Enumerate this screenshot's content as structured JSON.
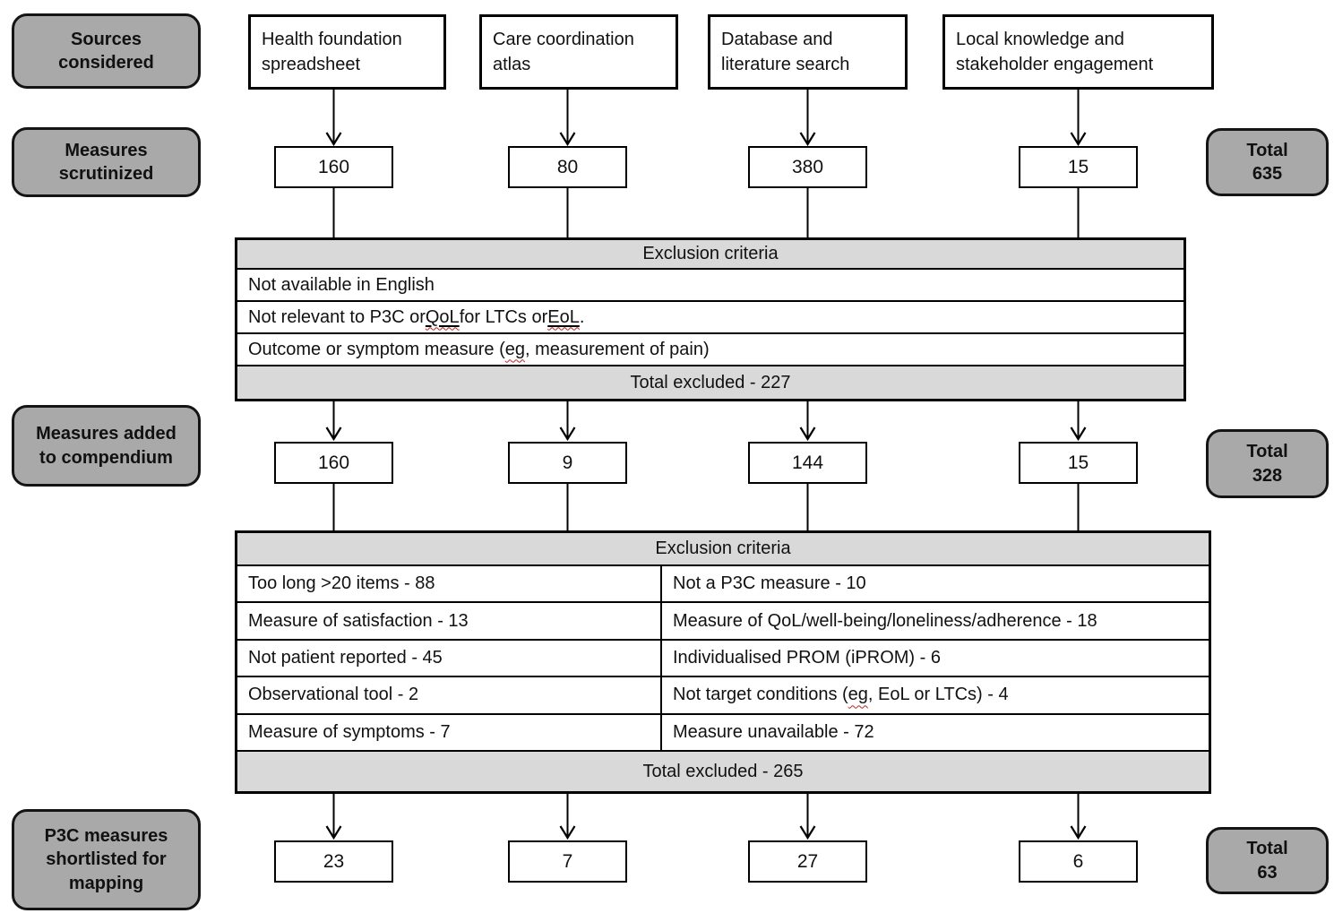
{
  "side_labels": [
    {
      "label": "Sources\nconsidered"
    },
    {
      "label": "Measures\nscrutinized"
    },
    {
      "label": "Measures added\nto compendium"
    },
    {
      "label": "P3C measures\nshortlisted for\nmapping"
    }
  ],
  "sources": [
    "Health foundation\nspreadsheet",
    "Care coordination\natlas",
    "Database and\nliterature search",
    "Local knowledge and\nstakeholder engagement"
  ],
  "counts": {
    "scrutinized": [
      "160",
      "80",
      "380",
      "15"
    ],
    "compendium": [
      "160",
      "9",
      "144",
      "15"
    ],
    "shortlisted": [
      "23",
      "7",
      "27",
      "6"
    ]
  },
  "totals": [
    {
      "label": "Total",
      "value": "635"
    },
    {
      "label": "Total",
      "value": "328"
    },
    {
      "label": "Total",
      "value": "63"
    }
  ],
  "exclusion1": {
    "header": "Exclusion criteria",
    "footer": "Total excluded - 227",
    "rows": [
      [
        {
          "t": "Not available in English",
          "u": "plain"
        }
      ],
      [
        {
          "t": "Not relevant to P3C or ",
          "u": "plain"
        },
        {
          "t": "QoL",
          "u": "uwavy"
        },
        {
          "t": " for LTCs or ",
          "u": "plain"
        },
        {
          "t": "EoL",
          "u": "uwavy"
        },
        {
          "t": ".",
          "u": "plain"
        }
      ],
      [
        {
          "t": "Outcome or symptom measure (",
          "u": "plain"
        },
        {
          "t": "eg",
          "u": "wavy"
        },
        {
          "t": ", measurement of pain)",
          "u": "plain"
        }
      ]
    ]
  },
  "exclusion2": {
    "header": "Exclusion criteria",
    "footer": "Total excluded - 265",
    "rows": [
      {
        "left": [
          {
            "t": "Too long >20 items - 88",
            "u": "plain"
          }
        ],
        "right": [
          {
            "t": "Not a P3C measure - 10",
            "u": "plain"
          }
        ]
      },
      {
        "left": [
          {
            "t": "Measure of satisfaction - 13",
            "u": "plain"
          }
        ],
        "right": [
          {
            "t": "Measure of QoL/well-being/loneliness/adherence - 18",
            "u": "plain"
          }
        ]
      },
      {
        "left": [
          {
            "t": "Not patient reported - 45",
            "u": "plain"
          }
        ],
        "right": [
          {
            "t": "Individualised PROM (iPROM) - 6",
            "u": "plain"
          }
        ]
      },
      {
        "left": [
          {
            "t": "Observational tool - 2",
            "u": "plain"
          }
        ],
        "right": [
          {
            "t": "Not target conditions (",
            "u": "plain"
          },
          {
            "t": "eg",
            "u": "wavy"
          },
          {
            "t": ", EoL or LTCs) - 4",
            "u": "plain"
          }
        ]
      },
      {
        "left": [
          {
            "t": "Measure of symptoms - 7",
            "u": "plain"
          }
        ],
        "right": [
          {
            "t": "Measure unavailable - 72",
            "u": "plain"
          }
        ]
      }
    ]
  },
  "colors": {
    "label_box_gray": "#a9a9a9",
    "table_band_gray": "#d9d9d9",
    "border_black": "#000000",
    "squiggle_red": "#bb2222"
  }
}
